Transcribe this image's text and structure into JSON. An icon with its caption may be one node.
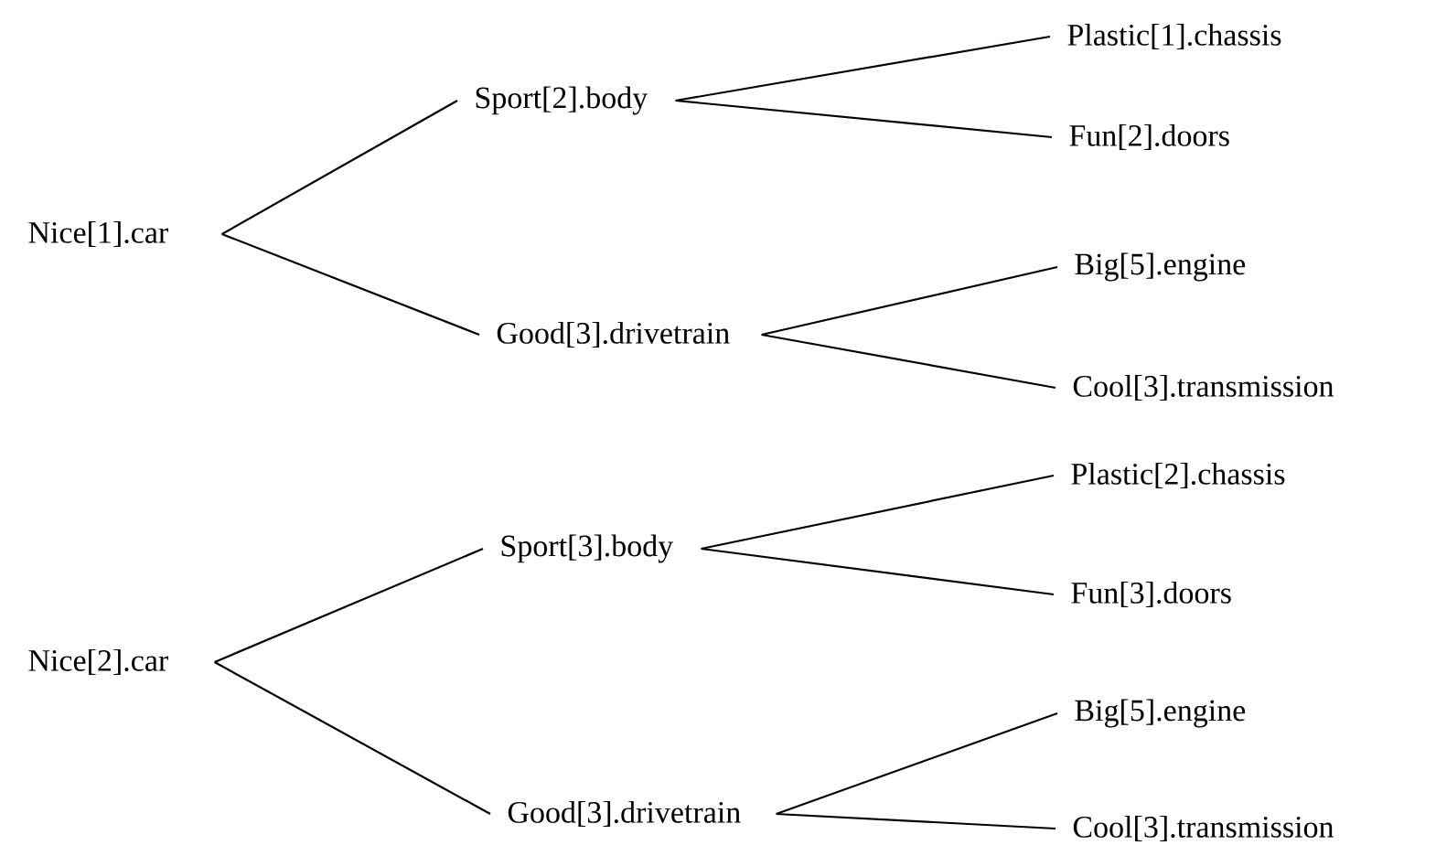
{
  "diagram": {
    "nodes": [
      {
        "text": [
          "Nice[1].car"
        ]
      },
      {
        "text": [
          "Sport[2].body"
        ]
      },
      {
        "text": [
          "Good[3].drivetrain"
        ]
      },
      {
        "text": [
          "Plastic[1].chassis"
        ]
      },
      {
        "text": [
          "Fun[2].doors"
        ]
      },
      {
        "text": [
          "Big[5].engine"
        ]
      },
      {
        "text": [
          "Cool[3].transmission"
        ]
      },
      {
        "text": [
          "Nice[2].car"
        ]
      },
      {
        "text": [
          "Sport[3].body"
        ]
      },
      {
        "text": [
          "Good[3].drivetrain"
        ]
      },
      {
        "text": [
          "Plastic[2].chassis"
        ]
      },
      {
        "text": [
          "Fun[3].doors"
        ]
      },
      {
        "text": [
          "Big[5].engine"
        ]
      },
      {
        "text": [
          "Cool[3].transmission"
        ]
      }
    ],
    "edges": [
      {
        "from": 0,
        "to": 1,
        "arrow": "none"
      },
      {
        "from": 0,
        "to": 2,
        "arrow": "none"
      },
      {
        "from": 1,
        "to": 3,
        "arrow": "none"
      },
      {
        "from": 1,
        "to": 4,
        "arrow": "none"
      },
      {
        "from": 2,
        "to": 5,
        "arrow": "none"
      },
      {
        "from": 2,
        "to": 6,
        "arrow": "none"
      },
      {
        "from": 7,
        "to": 8,
        "arrow": "none"
      },
      {
        "from": 7,
        "to": 9,
        "arrow": "none"
      },
      {
        "from": 8,
        "to": 10,
        "arrow": "none"
      },
      {
        "from": 8,
        "to": 11,
        "arrow": "none"
      },
      {
        "from": 9,
        "to": 12,
        "arrow": "none"
      },
      {
        "from": 9,
        "to": 13,
        "arrow": "none"
      }
    ]
  }
}
